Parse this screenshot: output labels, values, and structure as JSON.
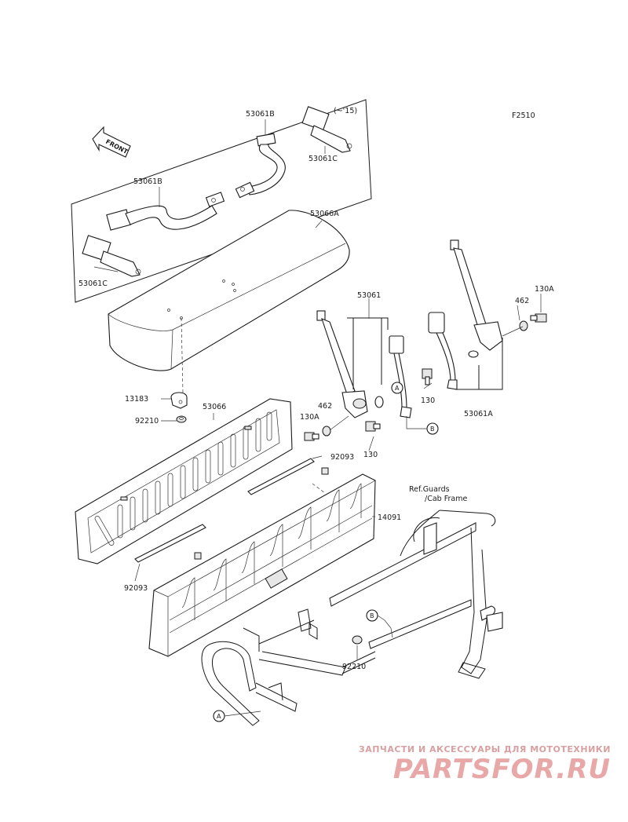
{
  "figure_code": "F2510",
  "front_label": "FRONT",
  "note_period": "(~'15)",
  "references": {
    "guards_line1": "Ref.Guards",
    "guards_line2": "/Cab Frame"
  },
  "callout_letters": {
    "a": "A",
    "b": "B"
  },
  "parts": {
    "p53061B_top": "53061B",
    "p53061B_left": "53061B",
    "p53061C_top": "53061C",
    "p53061C_left": "53061C",
    "p53066A": "53066A",
    "p53061": "53061",
    "p130A_right": "130A",
    "p462_right": "462",
    "p130_right": "130",
    "p53061A": "53061A",
    "p13183": "13183",
    "p92210_top": "92210",
    "p53066": "53066",
    "p130A_left": "130A",
    "p462_left": "462",
    "p130_left": "130",
    "p92093_right": "92093",
    "p14091": "14091",
    "p92093_left": "92093",
    "p92210_bottom": "92210"
  },
  "watermark": {
    "tagline": "ЗАПЧАСТИ И АКСЕССУАРЫ ДЛЯ МОТОТЕХНИКИ",
    "logo": "PARTSFOR.RU"
  }
}
